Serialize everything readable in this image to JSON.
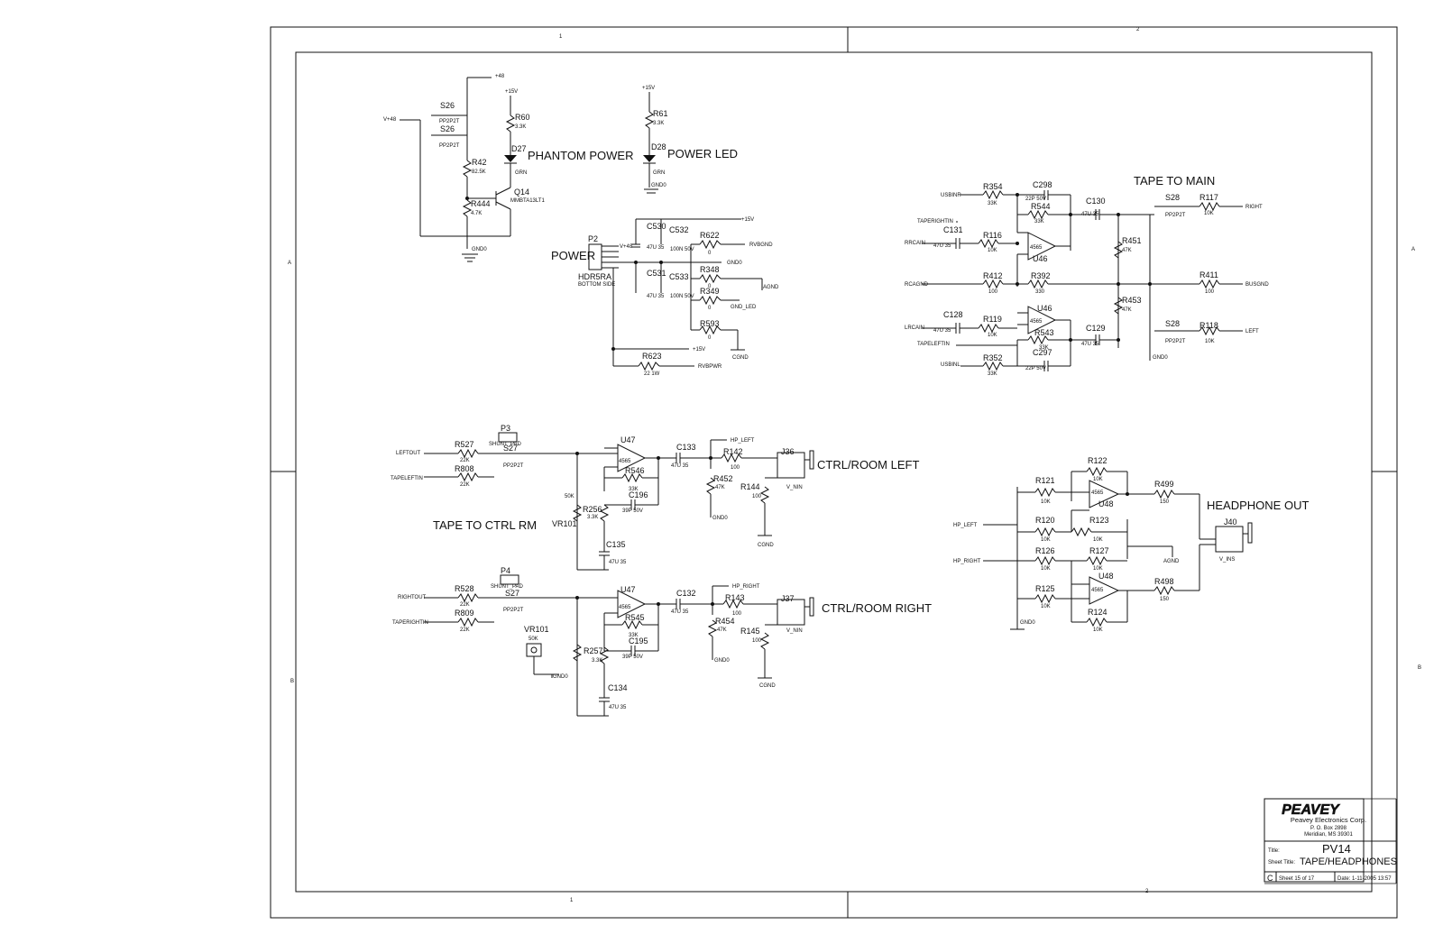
{
  "sheet": {
    "border_cols": [
      "1",
      "2"
    ],
    "border_rows": [
      "A",
      "B"
    ]
  },
  "blocks": {
    "phantom_power": "PHANTOM POWER",
    "power_led": "POWER LED",
    "power": "POWER",
    "tape_to_main": "TAPE TO MAIN",
    "tape_to_ctrl_rm": "TAPE TO CTRL RM",
    "ctrl_room_left": "CTRL/ROOM  LEFT",
    "ctrl_room_right": "CTRL/ROOM  RIGHT",
    "headphone_out": "HEADPHONE OUT"
  },
  "nets": {
    "p48": "+48",
    "p15": "+15V",
    "vp48": "V+48",
    "gnd0": "GND0",
    "agnd": "AGND",
    "cgnd": "CGND",
    "gnd_led": "GND_LED",
    "rvbgnd": "RVBGND",
    "rvbpwr": "RVBPWR",
    "usbinr": "USBINR",
    "usbinl": "USBINL",
    "taperightin": "TAPERIGHTIN",
    "tapeleftin": "TAPELEFTIN",
    "rrcain": "RRCAIN",
    "rcagnd": "RCAGND",
    "lrcain": "LRCAIN",
    "right": "RIGHT",
    "left": "LEFT",
    "busgnd": "BUSGND",
    "leftout": "LEFTOUT",
    "tapeleftin2": "TAPELEFTIN",
    "rightout": "RIGHTOUT",
    "taperightin2": "TAPERIGHTIN",
    "hp_left": "HP_LEFT",
    "hp_right": "HP_RIGHT",
    "v_nin": "V_NIN",
    "v_ins": "V_INS"
  },
  "components": {
    "phantom": [
      {
        "ref": "S26",
        "val": "PP2P2T"
      },
      {
        "ref": "S26",
        "val": "PP2P2T"
      },
      {
        "ref": "R60",
        "val": "3.3K"
      },
      {
        "ref": "D27",
        "val": "GRN"
      },
      {
        "ref": "R42",
        "val": "82.5K"
      },
      {
        "ref": "Q14",
        "val": "MMBTA13LT1"
      },
      {
        "ref": "R444",
        "val": "4.7K"
      }
    ],
    "led": [
      {
        "ref": "R61",
        "val": "3.3K"
      },
      {
        "ref": "D28",
        "val": "GRN"
      }
    ],
    "power": [
      {
        "ref": "P2",
        "val": "HDR5RA"
      },
      {
        "ref": "BOTTOM SIDE",
        "val": ""
      },
      {
        "ref": "C530",
        "val": "47U 35"
      },
      {
        "ref": "C532",
        "val": "100N 50V"
      },
      {
        "ref": "C531",
        "val": "47U 35"
      },
      {
        "ref": "C533",
        "val": "100N 50V"
      },
      {
        "ref": "R622",
        "val": "0"
      },
      {
        "ref": "R348",
        "val": "0"
      },
      {
        "ref": "R349",
        "val": "0"
      },
      {
        "ref": "R593",
        "val": "0"
      },
      {
        "ref": "R623",
        "val": "22  1W"
      }
    ],
    "main": [
      {
        "ref": "R354",
        "val": "33K"
      },
      {
        "ref": "C298",
        "val": "22P  50V"
      },
      {
        "ref": "R544",
        "val": "33K"
      },
      {
        "ref": "C130",
        "val": "47U  35"
      },
      {
        "ref": "S28",
        "val": "PP2P2T"
      },
      {
        "ref": "R117",
        "val": "10K"
      },
      {
        "ref": "C131",
        "val": "47U  35"
      },
      {
        "ref": "R116",
        "val": "10K"
      },
      {
        "ref": "U46",
        "val": "4565"
      },
      {
        "ref": "R451",
        "val": "47K"
      },
      {
        "ref": "R412",
        "val": "100"
      },
      {
        "ref": "R392",
        "val": "330"
      },
      {
        "ref": "R411",
        "val": "100"
      },
      {
        "ref": "R453",
        "val": "47K"
      },
      {
        "ref": "C128",
        "val": "47U  35"
      },
      {
        "ref": "R119",
        "val": "10K"
      },
      {
        "ref": "U46",
        "val": "4565"
      },
      {
        "ref": "R543",
        "val": "33K"
      },
      {
        "ref": "C129",
        "val": "47U  35"
      },
      {
        "ref": "S28",
        "val": "PP2P2T"
      },
      {
        "ref": "R118",
        "val": "10K"
      },
      {
        "ref": "C297",
        "val": "22P  50V"
      },
      {
        "ref": "R352",
        "val": "33K"
      }
    ],
    "ctrl_left": [
      {
        "ref": "P3",
        "val": "SHUNT_PAD"
      },
      {
        "ref": "S27",
        "val": "PP2P2T"
      },
      {
        "ref": "R527",
        "val": "22K"
      },
      {
        "ref": "R808",
        "val": "22K"
      },
      {
        "ref": "U47",
        "val": "4565"
      },
      {
        "ref": "C133",
        "val": "47U  35"
      },
      {
        "ref": "R546",
        "val": "33K"
      },
      {
        "ref": "C196",
        "val": "39P  50V"
      },
      {
        "ref": "R256",
        "val": "3.3K"
      },
      {
        "ref": "VR101",
        "val": "50K"
      },
      {
        "ref": "C135",
        "val": "47U 35"
      },
      {
        "ref": "R142",
        "val": "100"
      },
      {
        "ref": "R452",
        "val": "47K"
      },
      {
        "ref": "R144",
        "val": "100"
      },
      {
        "ref": "J36",
        "val": "HP_LEFT"
      }
    ],
    "ctrl_right": [
      {
        "ref": "P4",
        "val": "SHUNT_PAD"
      },
      {
        "ref": "S27",
        "val": "PP2P2T"
      },
      {
        "ref": "R528",
        "val": "22K"
      },
      {
        "ref": "R809",
        "val": "22K"
      },
      {
        "ref": "U47",
        "val": "4565"
      },
      {
        "ref": "C132",
        "val": "47U  35"
      },
      {
        "ref": "R545",
        "val": "33K"
      },
      {
        "ref": "C195",
        "val": "39P  50V"
      },
      {
        "ref": "R257",
        "val": "3.3K"
      },
      {
        "ref": "VR101",
        "val": "50K"
      },
      {
        "ref": "C134",
        "val": "47U 35"
      },
      {
        "ref": "R143",
        "val": "100"
      },
      {
        "ref": "R454",
        "val": "47K"
      },
      {
        "ref": "R145",
        "val": "100"
      },
      {
        "ref": "J37",
        "val": "HP_RIGHT"
      }
    ],
    "headphone": [
      {
        "ref": "R122",
        "val": "10K"
      },
      {
        "ref": "R121",
        "val": "10K"
      },
      {
        "ref": "U48",
        "val": "4565"
      },
      {
        "ref": "R499",
        "val": "150"
      },
      {
        "ref": "R120",
        "val": "10K"
      },
      {
        "ref": "R123",
        "val": "10K"
      },
      {
        "ref": "J40",
        "val": "V_INS"
      },
      {
        "ref": "R126",
        "val": "10K"
      },
      {
        "ref": "R127",
        "val": "10K"
      },
      {
        "ref": "U48",
        "val": "4565"
      },
      {
        "ref": "R125",
        "val": "10K"
      },
      {
        "ref": "R498",
        "val": "150"
      },
      {
        "ref": "R124",
        "val": "10K"
      }
    ]
  },
  "title_block": {
    "logo": "PEAVEY",
    "company": "Peavey Electronics Corp.",
    "address1": "P. O. Box 2898",
    "address2": "Meridian, MS 39301",
    "title_label": "Title:",
    "title": "PV14",
    "sheet_title_label": "Sheet Title:",
    "sheet_title": "TAPE/HEADPHONES",
    "size": "C",
    "sheet_text": "Sheet  15     of  17",
    "date_text": "Date:  1-11-2005  13:57"
  }
}
